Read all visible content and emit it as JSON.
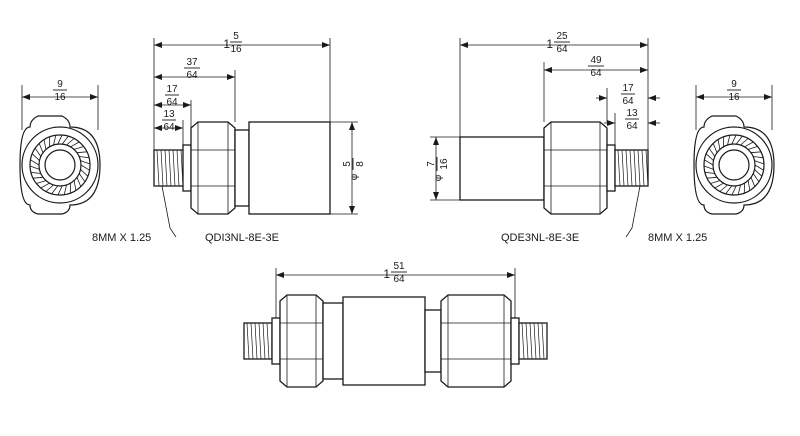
{
  "labels": {
    "part_left": "QDI3NL-8E-3E",
    "part_right": "QDE3NL-8E-3E",
    "thread_left": "8MM X 1.25",
    "thread_right": "8MM X 1.25"
  },
  "dims": {
    "left_overall": {
      "whole": "1",
      "num": "5",
      "den": "16"
    },
    "left_37": {
      "whole": "",
      "num": "37",
      "den": "64"
    },
    "left_17": {
      "whole": "",
      "num": "17",
      "den": "64"
    },
    "left_13": {
      "whole": "",
      "num": "13",
      "den": "64"
    },
    "left_dia": {
      "prefix": "φ",
      "num": "5",
      "den": "8"
    },
    "left_end_width": {
      "whole": "",
      "num": "9",
      "den": "16"
    },
    "right_overall": {
      "whole": "1",
      "num": "25",
      "den": "64"
    },
    "right_49": {
      "whole": "",
      "num": "49",
      "den": "64"
    },
    "right_17": {
      "whole": "",
      "num": "17",
      "den": "64"
    },
    "right_13": {
      "whole": "",
      "num": "13",
      "den": "64"
    },
    "right_dia": {
      "prefix": "φ",
      "num": "7",
      "den": "16"
    },
    "right_end_width": {
      "whole": "",
      "num": "9",
      "den": "16"
    },
    "bottom_overall": {
      "whole": "1",
      "num": "51",
      "den": "64"
    }
  }
}
